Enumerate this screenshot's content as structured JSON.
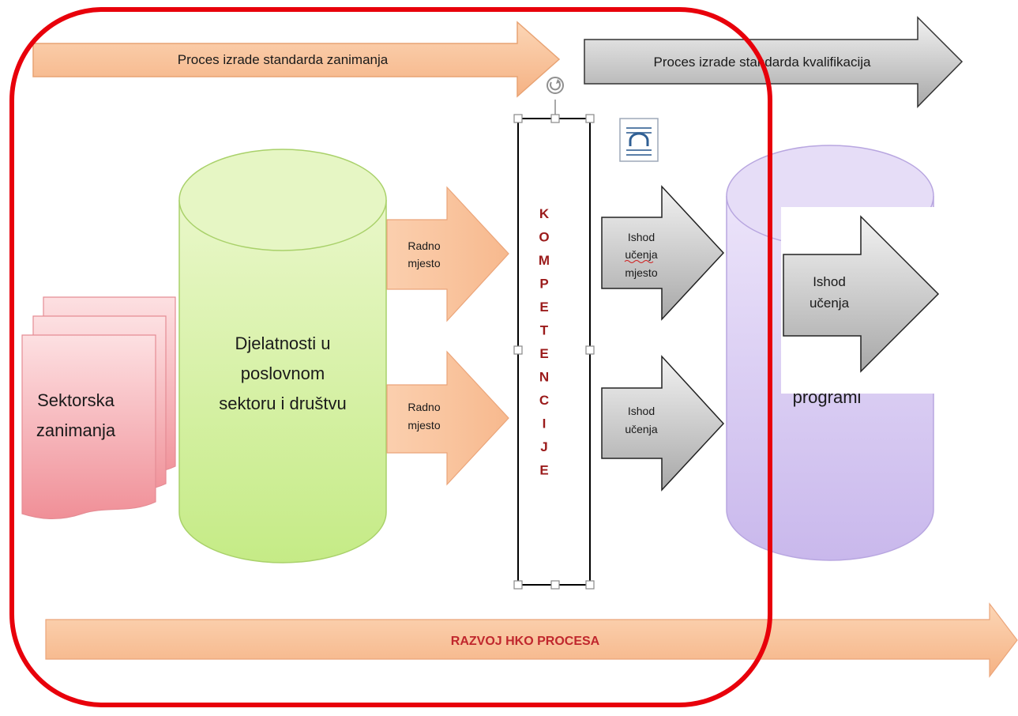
{
  "top_arrows": {
    "left": "Proces izrade standarda zanimanja",
    "right": "Proces izrade standarda kvalifikacija"
  },
  "sektorska": {
    "line1": "Sektorska",
    "line2": "zanimanja"
  },
  "djelatnosti": {
    "line1": "Djelatnosti u",
    "line2": "poslovnom",
    "line3": "sektoru i društvu"
  },
  "radno_upper": {
    "line1": "Radno",
    "line2": "mjesto"
  },
  "radno_lower": {
    "line1": "Radno",
    "line2": "mjesto"
  },
  "kompetencije": {
    "letters": [
      "K",
      "O",
      "M",
      "P",
      "E",
      "T",
      "E",
      "N",
      "C",
      "I",
      "J",
      "E"
    ]
  },
  "ishod_upper": {
    "line1": "Ishod",
    "line2": "učenja",
    "line3": "mjesto"
  },
  "ishod_lower": {
    "line1": "Ishod",
    "line2": "učenja"
  },
  "ishod_overlay": {
    "line1": "Ishod",
    "line2": "učenja"
  },
  "purple_cylinder": {
    "partial_label": "programi"
  },
  "bottom_arrow": {
    "label": "RAZVOJ HKO PROCESA"
  },
  "colors": {
    "highlight_frame": "#e8000b",
    "orange_arrow": "#fbc8a0",
    "grey_arrow": "#cfcfcf",
    "green_cylinder": "#d6f2a5",
    "purple_cylinder": "#ddd2f2",
    "pink_document": "#f6aab0",
    "kompetencije_text": "#9b1b1b"
  }
}
